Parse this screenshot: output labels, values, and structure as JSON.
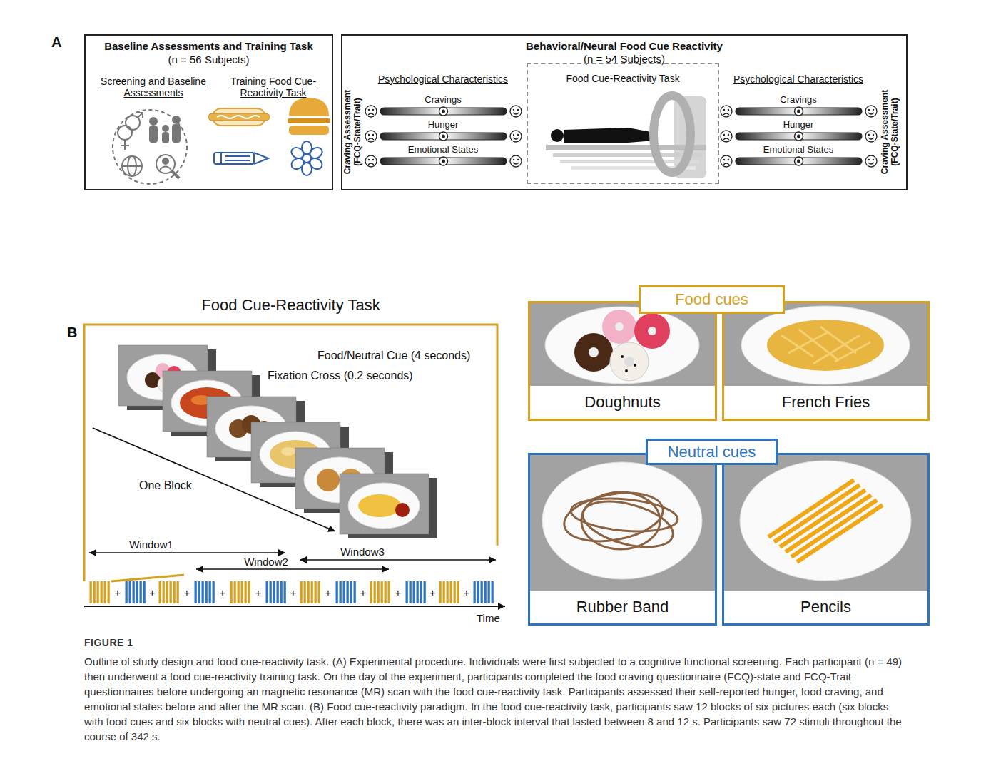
{
  "diagram": {
    "title": "FIGURE 1",
    "caption": "Outline of study design and food cue-reactivity task. (A) Experimental procedure. Individuals were first subjected to a cognitive functional screening. Each participant (n = 49) then underwent a food cue-reactivity training task. On the day of the experiment, participants completed the food craving questionnaire (FCQ)-state and FCQ-Trait questionnaires before undergoing an magnetic resonance (MR) scan with the food cue-reactivity task. Participants assessed their self-reported hunger, food craving, and emotional states before and after the MR scan. (B) Food cue-reactivity paradigm. In the food cue-reactivity task, participants saw 12 blocks of six pictures each (six blocks with food cues and six blocks with neutral cues). After each block, there was an inter-block interval that lasted between 8 and 12 s. Participants saw 72 stimuli throughout the course of 342 s.",
    "nodes": [
      {
        "text": [
          "Baseline Assessments and Training Task",
          "(n = 56 Subjects)",
          "Screening and Baseline Assessments",
          "Training Food Cue-Reactivity Task"
        ]
      },
      {
        "text": [
          "Behavioral/Neural Food Cue Reactivity",
          "(n = 54 Subjects)",
          "Craving Assessment (FCQ-State/Trait)",
          "Craving Assessment (FCQ-State/Trait)"
        ]
      },
      {
        "text": [
          "Food Cue-Reactivity Task"
        ],
        "in": 1
      },
      {
        "text": [
          "Food Cue-Reactivity Task",
          "Food/Neutral Cue (4 seconds)",
          "Fixation Cross (0.2 seconds)",
          "One Block"
        ]
      },
      {
        "text": [
          "Food cues"
        ]
      },
      {
        "text": [
          "Doughnuts"
        ],
        "in": 4
      },
      {
        "text": [
          "French Fries"
        ],
        "in": 4
      },
      {
        "text": [
          "Neutral cues"
        ]
      },
      {
        "text": [
          "Rubber Band"
        ],
        "in": 7
      },
      {
        "text": [
          "Pencils"
        ],
        "in": 7
      }
    ],
    "labels": [
      "A",
      "Psychological Characteristics",
      "Cravings",
      "Hunger",
      "Emotional States",
      "Psychological Characteristics",
      "Cravings",
      "Hunger",
      "Emotional States",
      "B",
      "Window1",
      "Window2",
      "Window3",
      "+",
      "+",
      "+",
      "+",
      "+",
      "+",
      "+",
      "+",
      "+",
      "+",
      "+",
      "Time"
    ]
  }
}
